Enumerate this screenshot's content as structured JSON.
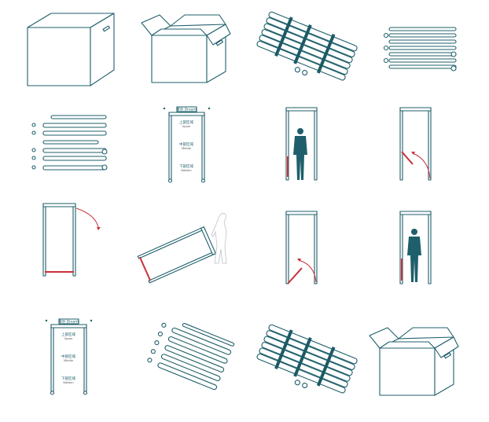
{
  "steps": [
    {
      "id": 1,
      "icon": "closed-box-icon"
    },
    {
      "id": 2,
      "icon": "open-box-icon"
    },
    {
      "id": 3,
      "icon": "strapped-bundle-icon"
    },
    {
      "id": 4,
      "icon": "parts-spread-icon"
    },
    {
      "id": 5,
      "icon": "parts-laid-out-icon"
    },
    {
      "id": 6,
      "icon": "gate-assembled-icon"
    },
    {
      "id": 7,
      "icon": "person-walking-through-gate-icon"
    },
    {
      "id": 8,
      "icon": "gate-fold-left-icon"
    },
    {
      "id": 9,
      "icon": "gate-rotate-icon"
    },
    {
      "id": 10,
      "icon": "gate-tilted-with-person-icon"
    },
    {
      "id": 11,
      "icon": "gate-fold-bottom-icon"
    },
    {
      "id": 12,
      "icon": "person-in-gate-icon"
    },
    {
      "id": 13,
      "icon": "gate-zones-icon"
    },
    {
      "id": 14,
      "icon": "parts-diagonal-icon"
    },
    {
      "id": 15,
      "icon": "strapped-bundle-icon"
    },
    {
      "id": 16,
      "icon": "open-box-icon"
    }
  ],
  "zones": {
    "top_panel": "警示 Dream",
    "upper_cn": "上部区域",
    "upper_en": "Upper",
    "middle_cn": "中部区域",
    "middle_en": "Middle",
    "bottom_cn": "下部区域",
    "bottom_en": "Bottom"
  },
  "colors": {
    "line": "#1f5f6b",
    "accent": "#c8313b",
    "ghost": "#c9cdd0"
  }
}
